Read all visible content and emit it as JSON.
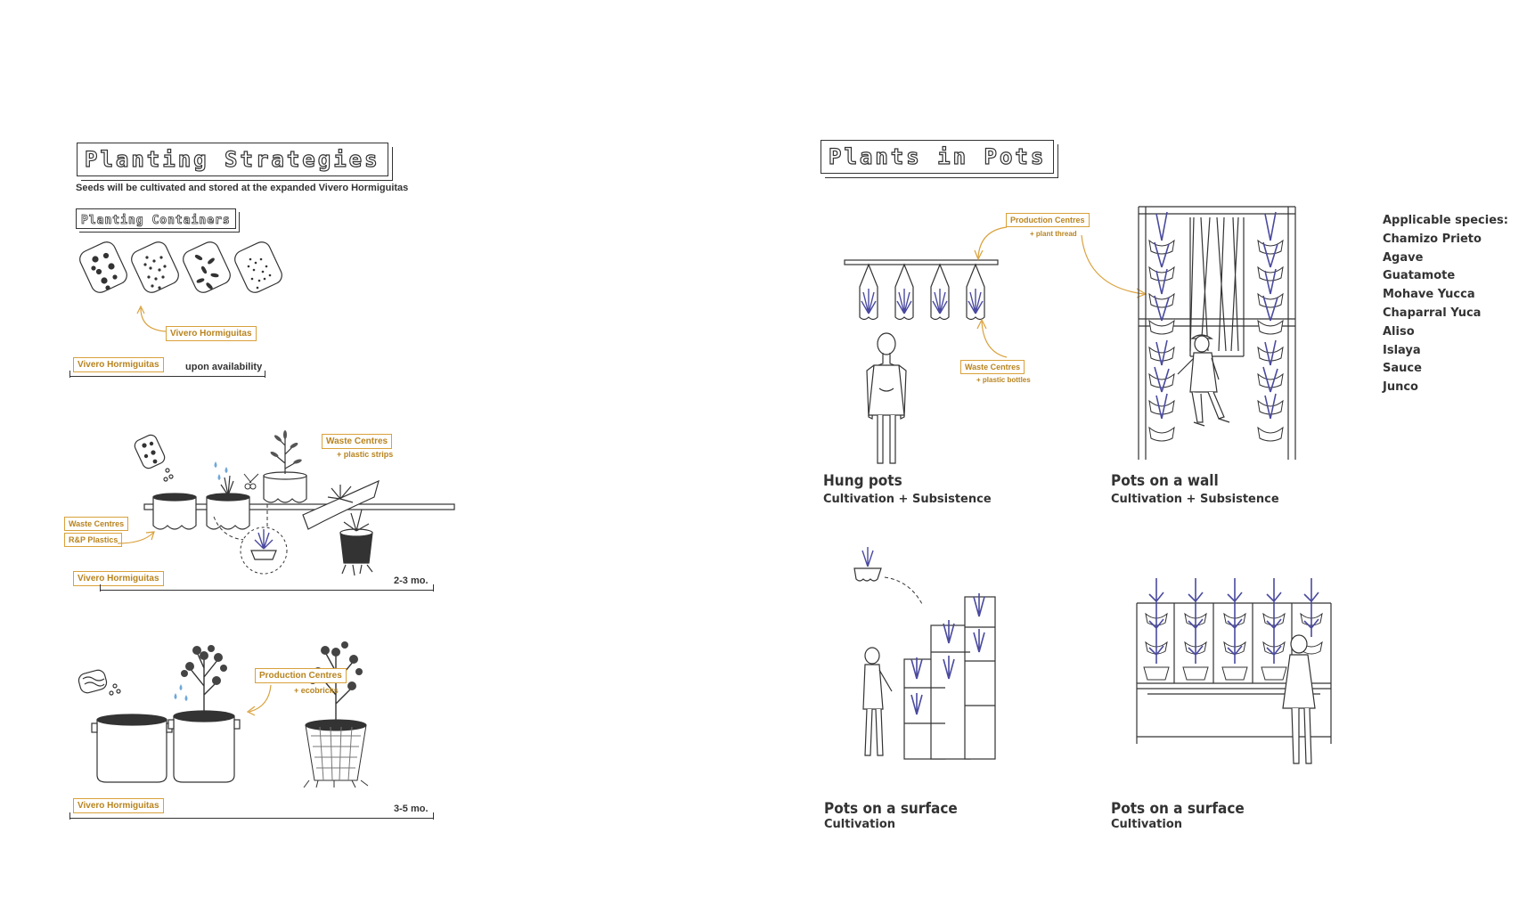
{
  "left": {
    "title": "Planting Strategies",
    "intro": "Seeds will be cultivated and stored at the expanded Vivero Hormiguitas",
    "containers_heading": "Planting Containers",
    "row1": {
      "source_label": "Vivero Hormiguitas",
      "timeline_label": "Vivero Hormiguitas",
      "timeline_note": "upon availability"
    },
    "row2": {
      "waste_label": "Waste Centres",
      "waste_note": "+ plastic strips",
      "source_label_1": "Waste Centres",
      "source_label_2": "R&P Plastics",
      "timeline_label": "Vivero Hormiguitas",
      "duration": "2-3 mo."
    },
    "row3": {
      "production_label": "Production Centres",
      "production_note": "+ ecobricks",
      "timeline_label": "Vivero Hormiguitas",
      "duration": "3-5 mo."
    }
  },
  "right": {
    "title": "Plants in Pots",
    "hung": {
      "production_label": "Production Centres",
      "production_note": "+ plant thread",
      "waste_label": "Waste Centres",
      "waste_note": "+ plastic bottles",
      "caption_title": "Hung pots",
      "caption_sub": "Cultivation + Subsistence"
    },
    "wall": {
      "caption_title": "Pots on a wall",
      "caption_sub": "Cultivation + Subsistence"
    },
    "surface1": {
      "caption_title": "Pots on a surface",
      "caption_sub": "Cultivation"
    },
    "surface2": {
      "caption_title": "Pots on a surface",
      "caption_sub": "Cultivation"
    },
    "species": {
      "heading": "Applicable species:",
      "items": [
        "Chamizo Prieto",
        "Agave",
        "Guatamote",
        "Mohave Yucca",
        "Chaparral Yuca",
        "Aliso",
        "Islaya",
        "Sauce",
        "Junco"
      ]
    }
  },
  "colors": {
    "orange": "#d9a13b",
    "plant": "#4a4aa0",
    "water": "#6fa8d8",
    "ink": "#333333"
  }
}
